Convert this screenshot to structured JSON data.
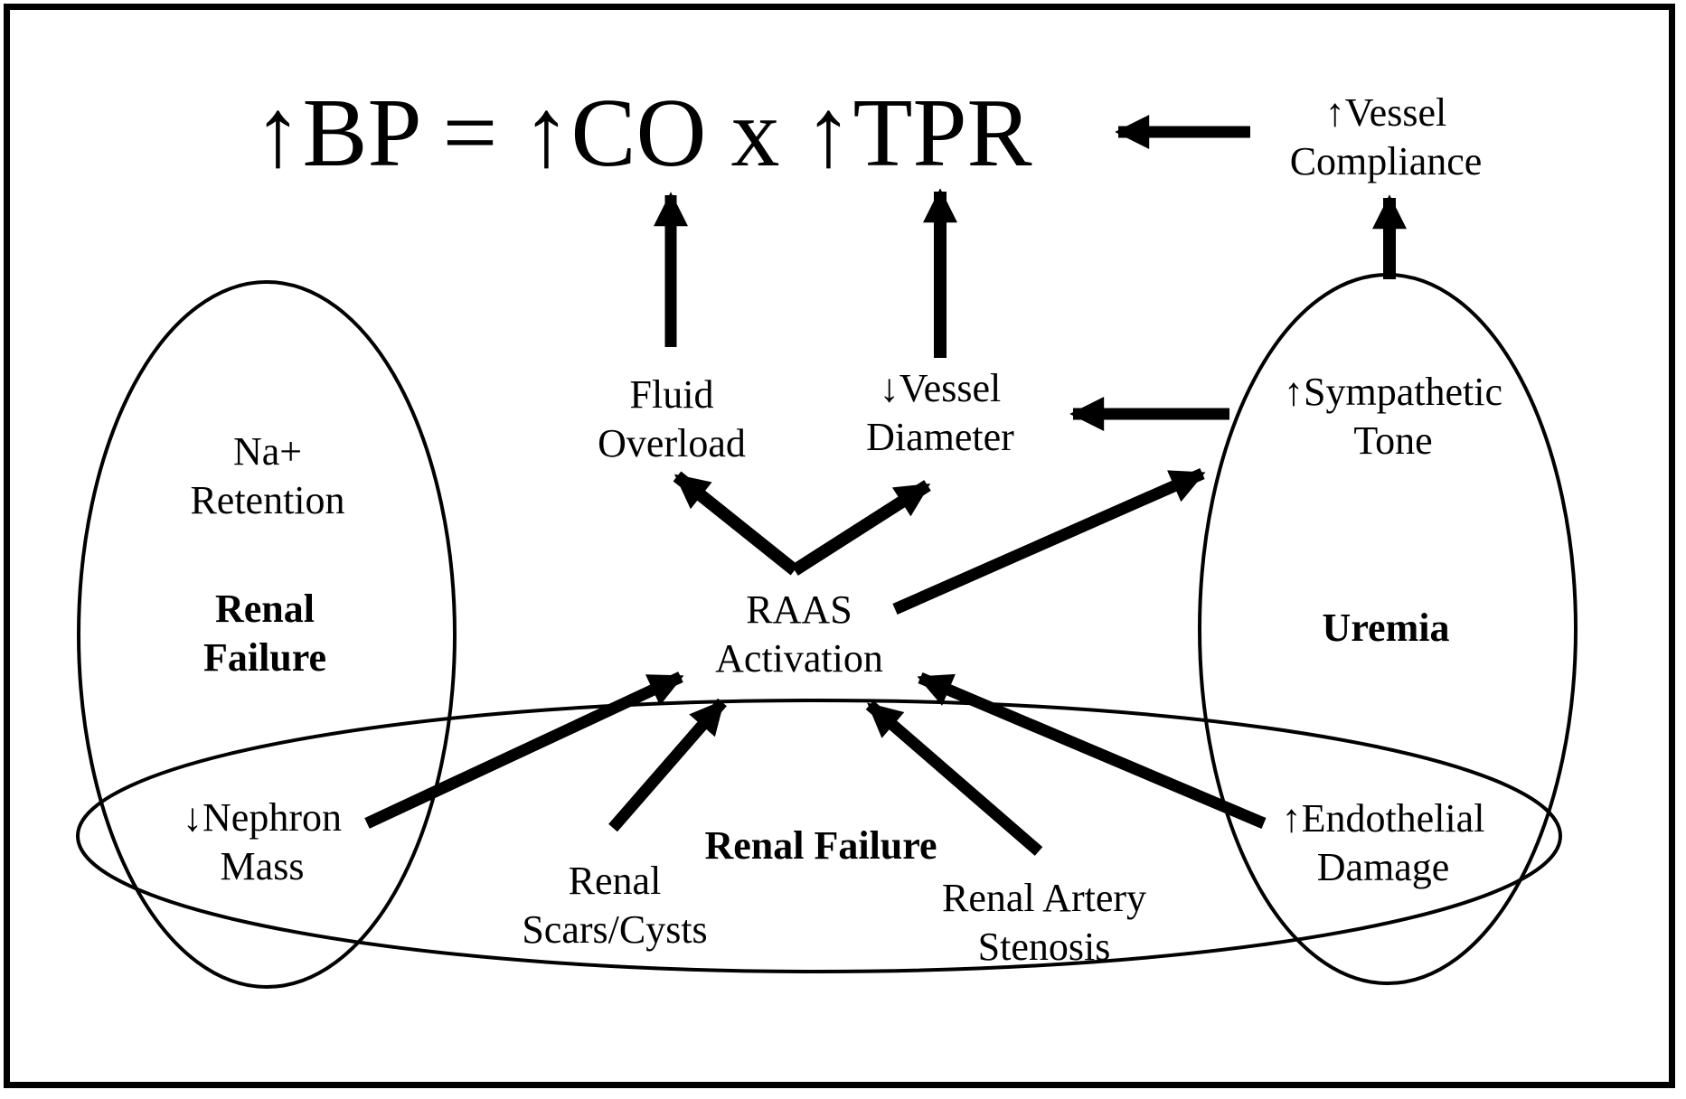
{
  "equation": "↑BP = ↑CO x ↑TPR",
  "labels": {
    "vessel_compliance": {
      "lines": [
        "↑Vessel",
        "Compliance"
      ]
    },
    "fluid_overload": {
      "lines": [
        "Fluid",
        "Overload"
      ]
    },
    "vessel_diameter": {
      "lines": [
        "↓Vessel",
        "Diameter"
      ]
    },
    "sympathetic_tone": {
      "lines": [
        "↑Sympathetic",
        "Tone"
      ]
    },
    "na_retention": {
      "lines": [
        "Na+",
        "Retention"
      ]
    },
    "renal_failure_left": {
      "lines": [
        "Renal",
        "Failure"
      ]
    },
    "nephron_mass": {
      "lines": [
        "↓Nephron",
        "Mass"
      ]
    },
    "raas_activation": {
      "lines": [
        "RAAS",
        "Activation"
      ]
    },
    "uremia": "Uremia",
    "renal_scars_cysts": {
      "lines": [
        "Renal",
        "Scars/Cysts"
      ]
    },
    "renal_failure_bottom": "Renal Failure",
    "renal_artery_stenosis": {
      "lines": [
        "Renal Artery",
        "Stenosis"
      ]
    },
    "endothelial_damage": {
      "lines": [
        "↑Endothelial",
        "Damage"
      ]
    }
  },
  "colors": {
    "ink": "#000000",
    "background": "#ffffff"
  }
}
